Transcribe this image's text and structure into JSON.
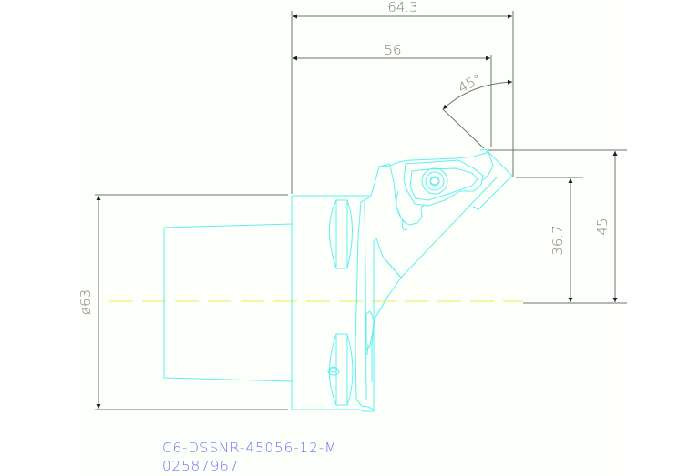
{
  "drawing": {
    "part_number": "C6-DSSNR-45056-12-M",
    "order_code": "02587967",
    "dimensions": {
      "overall_length": "64.3",
      "length_to_flange": "56",
      "approach_angle": "45°",
      "height_to_tip": "45",
      "height_to_corner": "36.7",
      "diameter": "ø63"
    }
  },
  "colors": {
    "background": "#ffffff",
    "sheet": "#fdfffb",
    "geometry": "#5ef0f0",
    "dimension_lines": "#707070",
    "centerline": "#f0f070",
    "title_text": "#7070f0"
  }
}
